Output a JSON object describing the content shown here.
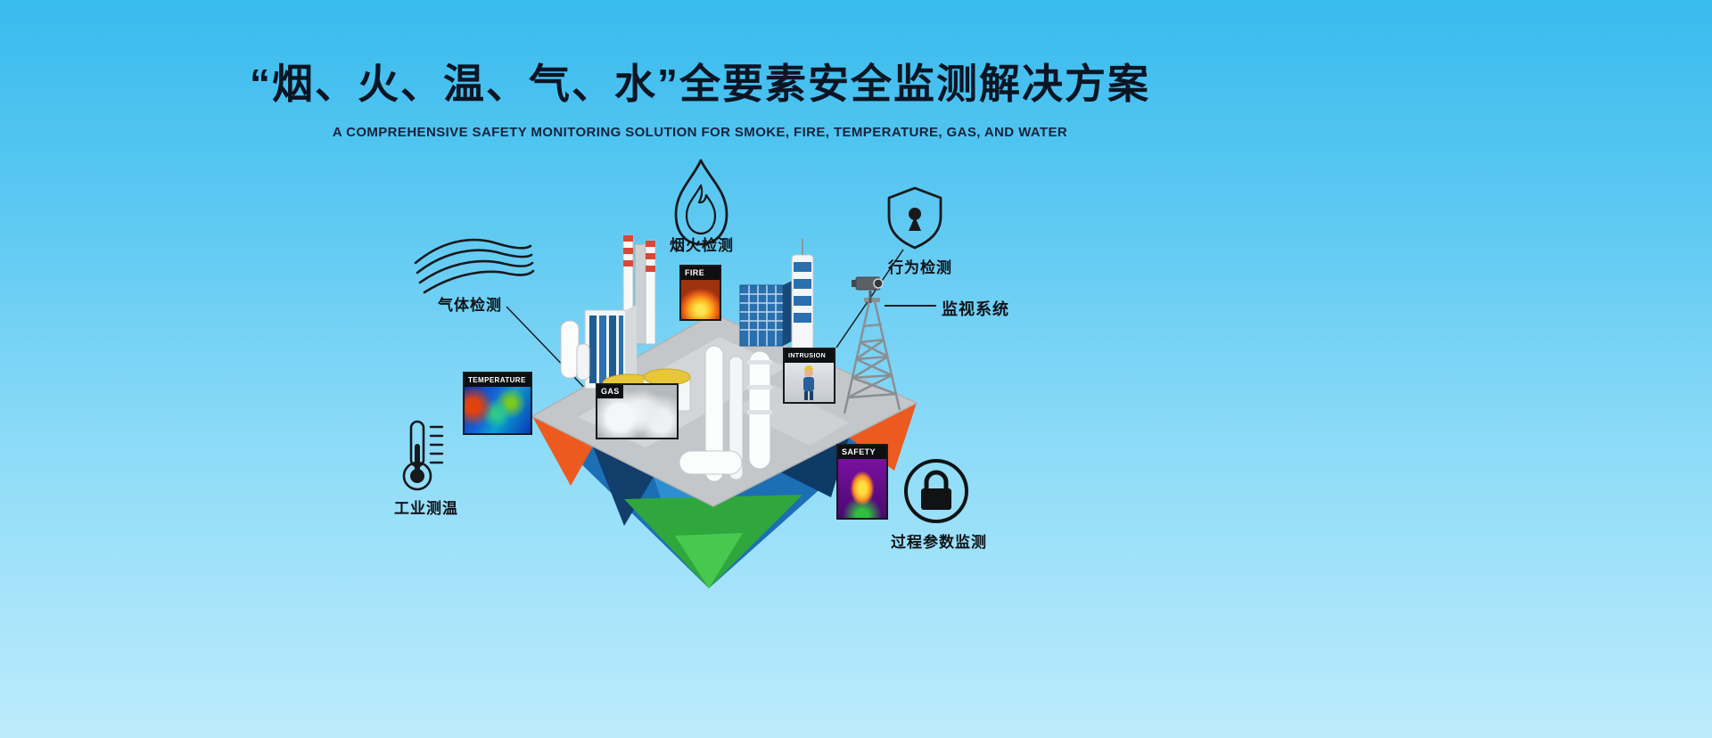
{
  "page": {
    "title": "“烟、火、温、气、水”全要素安全监测解决方案",
    "subtitle": "A COMPREHENSIVE SAFETY MONITORING SOLUTION FOR SMOKE, FIRE, TEMPERATURE, GAS, AND WATER"
  },
  "callouts": {
    "smoke_fire_detection": "烟火检测",
    "behavior_detection": "行为检测",
    "surveillance_system": "监视系统",
    "gas_detection": "气体检测",
    "industrial_temperature_measurement": "工业测温",
    "process_parameter_monitoring": "过程参数监测"
  },
  "insets": {
    "fire": "FIRE",
    "temperature": "TEMPERATURE",
    "gas": "GAS",
    "intrusion": "INTRUSION",
    "safety": "SAFETY"
  },
  "colors": {
    "background_top": "#38bbee",
    "background_bottom": "#bdebfc",
    "title_text": "#0c1524",
    "accent_orange": "#ed5a1f",
    "accent_blue": "#1d6fb5",
    "accent_green": "#2fa73c"
  }
}
